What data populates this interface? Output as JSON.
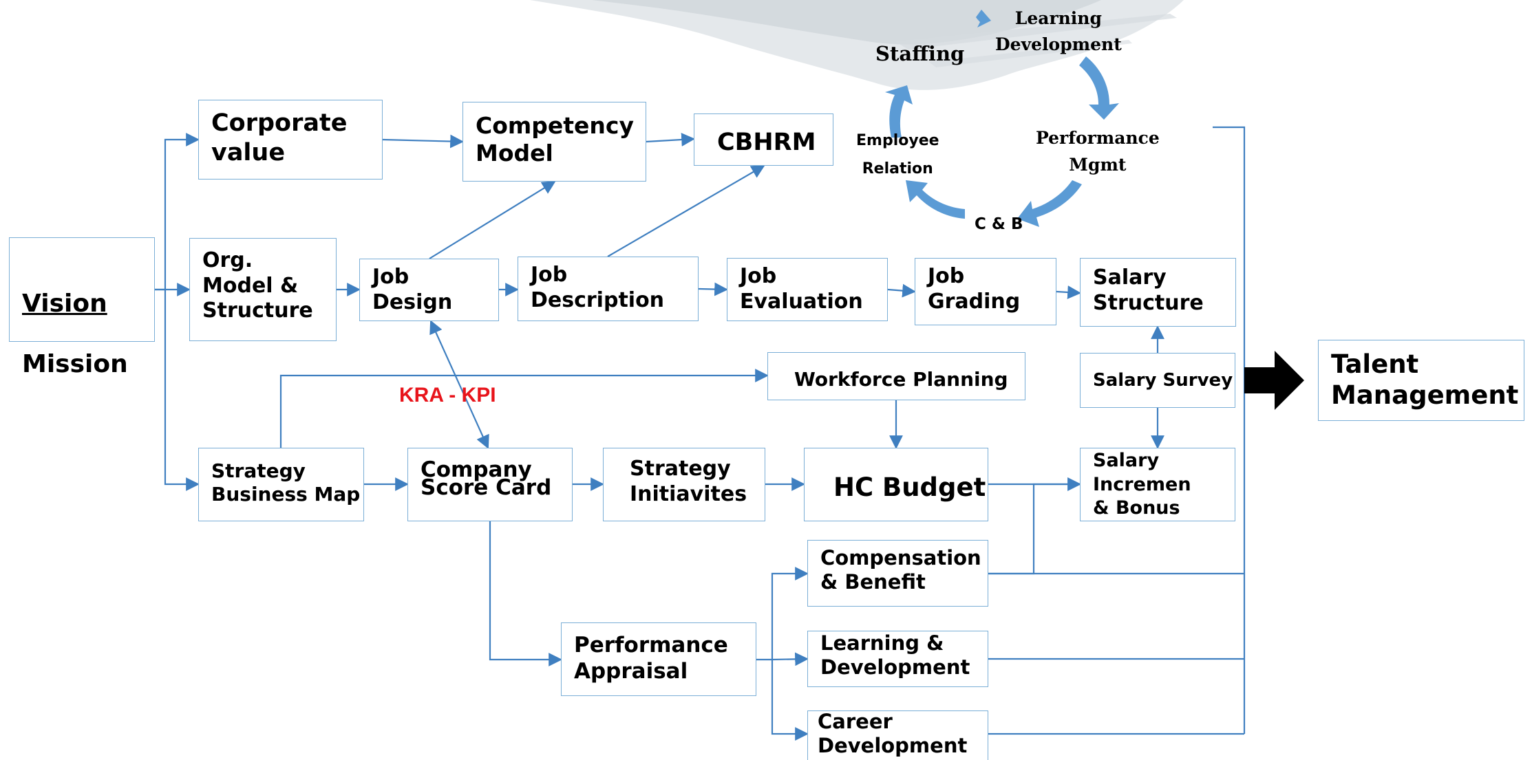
{
  "colors": {
    "line": "#3f7fc0",
    "box_border": "#7aaed6",
    "cycle_arrow": "#5b9bd5",
    "kpi": "#e8141b",
    "big_arrow": "#000000"
  },
  "boxes": {
    "vision": {
      "line1": "Vision",
      "line2": "Mission"
    },
    "corporate_value": "Corporate\nvalue",
    "competency_model": "Competency\nModel",
    "cbhrm": "CBHRM",
    "org_model": "Org.\nModel &\nStructure",
    "job_design": "Job\nDesign",
    "job_description": "Job\nDescription",
    "job_evaluation": "Job\nEvaluation",
    "job_grading": "Job\nGrading",
    "salary_structure": "Salary\nStructure",
    "workforce_planning": "Workforce Planning",
    "salary_survey": "Salary Survey",
    "strategy_business_map": "Strategy\nBusiness Map",
    "company_score_card": "Company\nScore Card",
    "strategy_initiatives": "Strategy\nInitiavites",
    "hc_budget": "HC Budget",
    "salary_increment": "Salary\nIncremen\n& Bonus",
    "compensation_benefit": "Compensation\n& Benefit",
    "learning_development": "Learning &\nDevelopment",
    "career_development": "Career\nDevelopment",
    "performance_appraisal": "Performance\nAppraisal",
    "talent_management": "Talent\nManagement"
  },
  "labels": {
    "kra_kpi": "KRA - KPI"
  },
  "cycle": {
    "staffing": "Staffing",
    "learning_development": "Learning\nDevelopment",
    "performance_mgmt": "Performance\nMgmt",
    "cb": "C & B",
    "employee_relation": "Employee\nRelation"
  }
}
